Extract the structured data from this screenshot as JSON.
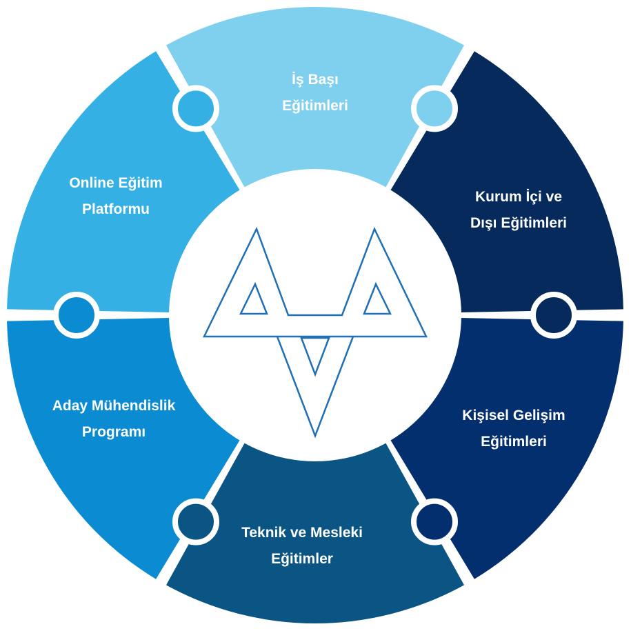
{
  "segments": [
    {
      "id": "is-basi",
      "label": "İş Başı\nEğitimleri",
      "color": "#7fd0ef"
    },
    {
      "id": "kurum",
      "label": "Kurum İçi ve\nDışı Eğitimleri",
      "color": "#062a5c"
    },
    {
      "id": "kisisel",
      "label": "Kişisel Gelişim\nEğitimleri",
      "color": "#042f6e"
    },
    {
      "id": "teknik",
      "label": "Teknik ve Mesleki\nEğitimler",
      "color": "#0a5583"
    },
    {
      "id": "aday",
      "label": "Aday Mühendislik\nProgramı",
      "color": "#0a8bd2"
    },
    {
      "id": "online",
      "label": "Online Eğitim\nPlatformu",
      "color": "#35b0e5"
    }
  ],
  "logo": {
    "name": "logo-icon",
    "color": "#1f6fb6"
  }
}
